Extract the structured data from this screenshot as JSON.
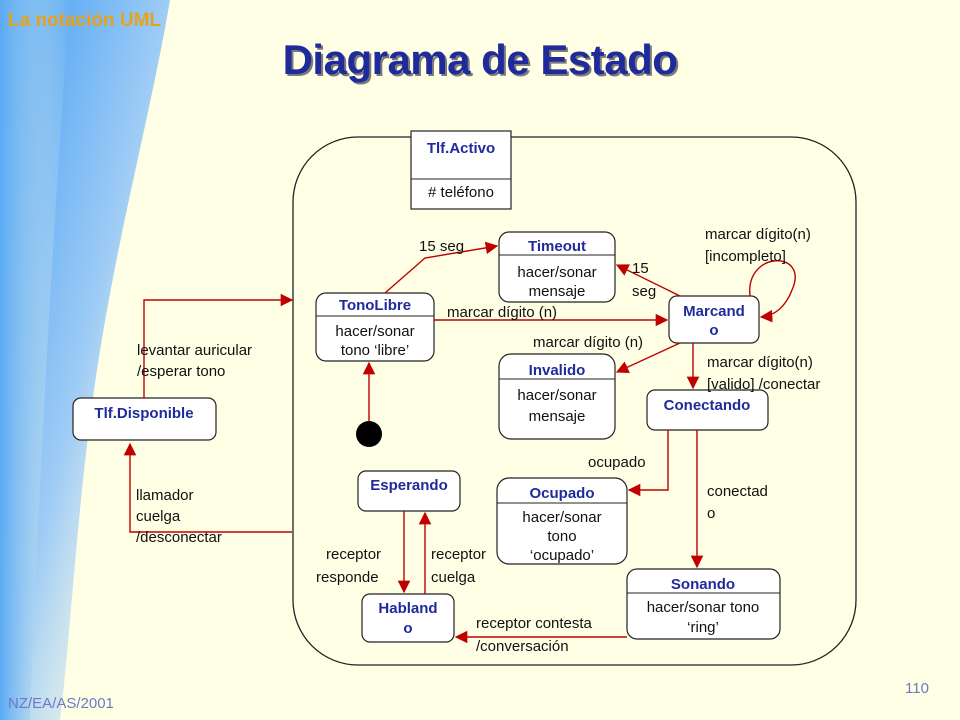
{
  "header": "La notación UML",
  "title": "Diagrama de Estado",
  "footer": "NZ/EA/AS/2001",
  "page_number": "110",
  "superstate": {
    "name": "Tlf.Activo",
    "attribute": "# teléfono"
  },
  "states": {
    "disponible": {
      "name": "Tlf.Disponible"
    },
    "tonolibre": {
      "name": "TonoLibre",
      "activity": [
        "hacer/sonar",
        "tono ‘libre’"
      ]
    },
    "timeout": {
      "name": "Timeout",
      "activity": [
        "hacer/sonar",
        "mensaje"
      ]
    },
    "marcando": {
      "name": [
        "Marcand",
        "o"
      ]
    },
    "invalido": {
      "name": "Invalido",
      "activity": [
        "hacer/sonar",
        "mensaje"
      ]
    },
    "conectando": {
      "name": "Conectando"
    },
    "esperando": {
      "name": "Esperando"
    },
    "ocupado": {
      "name": "Ocupado",
      "activity": [
        "hacer/sonar",
        "tono",
        "‘ocupado’"
      ]
    },
    "sonando": {
      "name": "Sonando",
      "activity": [
        "hacer/sonar tono",
        "‘ring’"
      ]
    },
    "hablando": {
      "name": [
        "Habland",
        "o"
      ]
    }
  },
  "transitions": {
    "levantar": [
      "levantar auricular",
      "/esperar  tono"
    ],
    "llamador": [
      "llamador",
      "cuelga",
      "/desconectar"
    ],
    "seg15a": "15 seg",
    "seg15b": [
      "15",
      "seg"
    ],
    "marcar1": "marcar dígito (n)",
    "marcar2": "marcar dígito (n)",
    "incompleto": [
      "marcar dígito(n)",
      "[incompleto]"
    ],
    "valido": [
      "marcar dígito(n)",
      "[valido] /conectar"
    ],
    "ocupado": "ocupado",
    "conectado": [
      "conectad",
      "o"
    ],
    "contesta": [
      "receptor contesta",
      "/conversación"
    ],
    "responde": [
      "receptor",
      "responde"
    ],
    "cuelga": [
      "receptor",
      "cuelga"
    ]
  },
  "colors": {
    "title": "#1F2B9A",
    "header": "#E8A21A",
    "arrow": "#C00000",
    "background": "#FFFFE6",
    "footer": "#6F78C8"
  }
}
